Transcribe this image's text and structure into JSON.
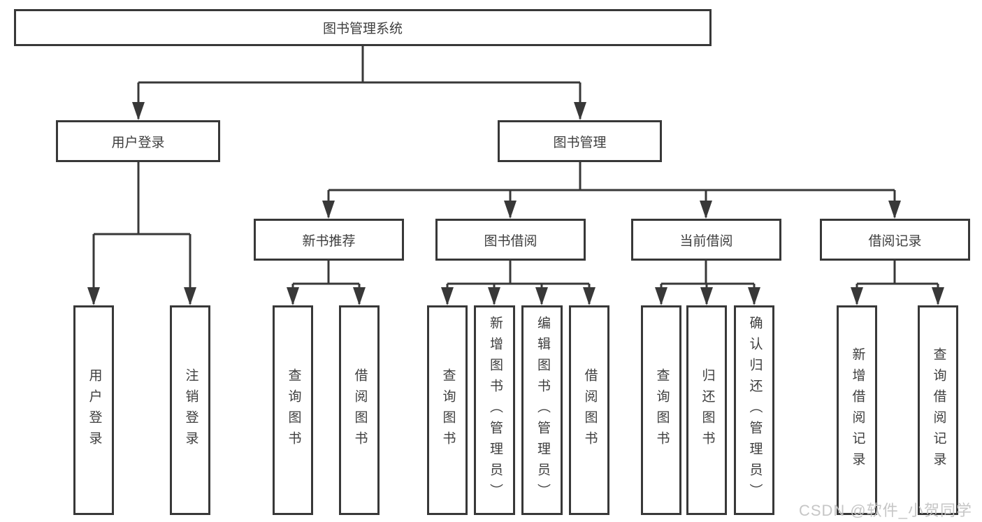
{
  "diagram": {
    "colors": {
      "line": "#383838",
      "box_border": "#383838",
      "text": "#3e3e3e",
      "watermark": "#c3c3c3",
      "background": "#ffffff"
    },
    "tree": {
      "root": "图书管理系统",
      "branches": [
        {
          "label": "用户登录",
          "children": [
            "用户登录",
            "注销登录"
          ]
        },
        {
          "label": "图书管理",
          "children": [
            {
              "label": "新书推荐",
              "children": [
                "查询图书",
                "借阅图书"
              ]
            },
            {
              "label": "图书借阅",
              "children": [
                "查询图书",
                "新增图书（管理员）",
                "编辑图书（管理员）",
                "借阅图书"
              ]
            },
            {
              "label": "当前借阅",
              "children": [
                "查询图书",
                "归还图书",
                "确认归还（管理员）"
              ]
            },
            {
              "label": "借阅记录",
              "children": [
                "新增借阅记录",
                "查询借阅记录"
              ]
            }
          ]
        }
      ]
    },
    "watermark": {
      "text": "CSDN @软件_小贺同学"
    }
  }
}
